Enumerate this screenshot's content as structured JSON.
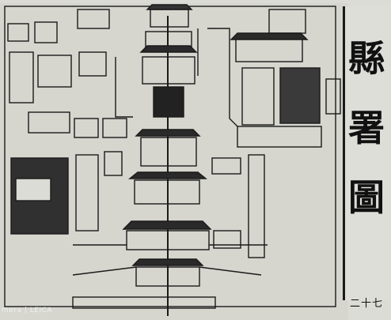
{
  "title": "縣署圖",
  "page_number": "二十七",
  "camera_watermark": "mera | LEICA"
}
